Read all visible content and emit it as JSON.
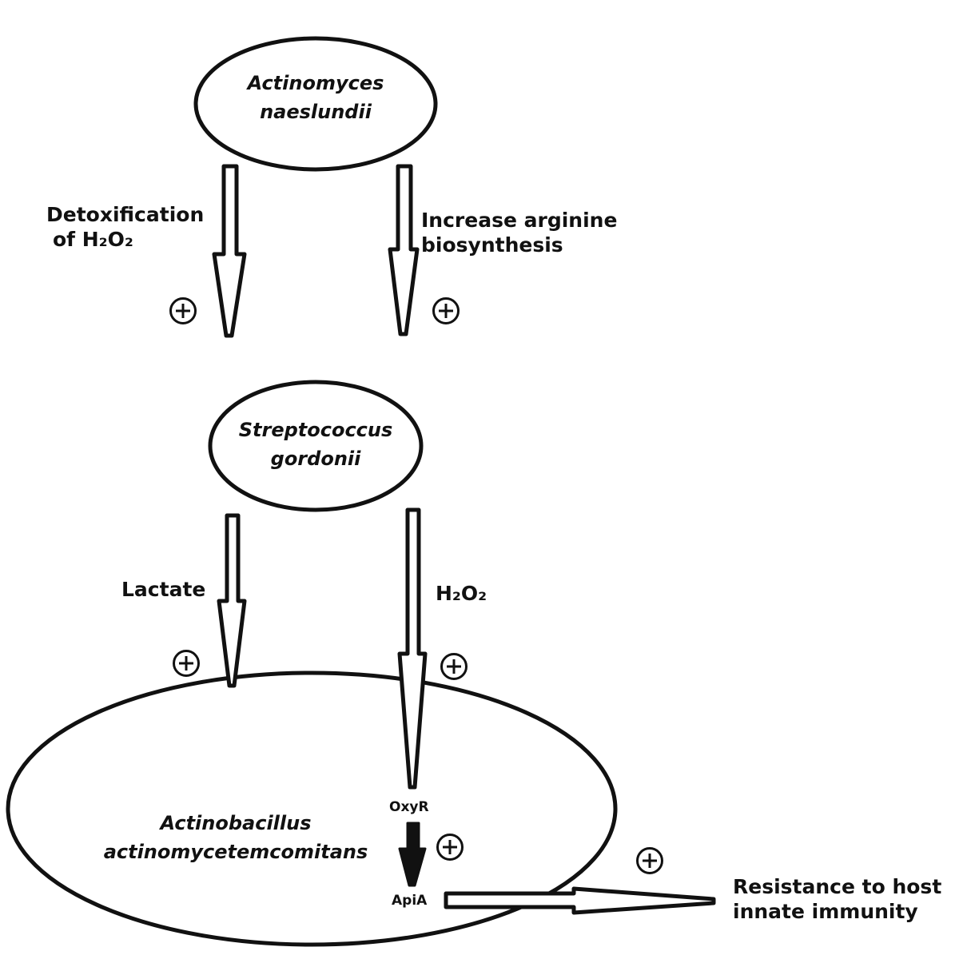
{
  "organisms": {
    "top": {
      "line1": "Actinomyces",
      "line2": "naeslundii"
    },
    "middle": {
      "line1": "Streptococcus",
      "line2": "gordonii"
    },
    "bottom": {
      "line1": "Actinobacillus",
      "line2": "actinomycetemcomitans"
    }
  },
  "edges": {
    "detox": {
      "line1": "Detoxification",
      "line2": "of H₂O₂"
    },
    "arginine": {
      "line1": "Increase arginine",
      "line2": "biosynthesis"
    },
    "lactate": {
      "label": "Lactate"
    },
    "h2o2": {
      "label": "H₂O₂"
    },
    "oxyr": {
      "label": "OxyR"
    },
    "apia": {
      "label": "ApiA"
    },
    "resistance": {
      "line1": "Resistance to host",
      "line2": "innate immunity"
    }
  },
  "symbols": {
    "plus": "plus-circle-icon"
  }
}
